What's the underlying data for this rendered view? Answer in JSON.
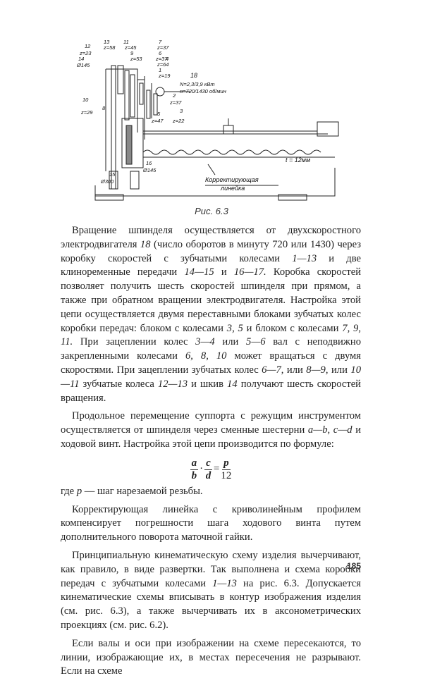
{
  "figure": {
    "labels": {
      "n13": "13",
      "n11": "11",
      "n7": "7",
      "n12": "12",
      "z58": "z=58",
      "z45": "z=45",
      "z37a": "z=37",
      "z23": "z=23",
      "n9": "9",
      "z53": "z=53",
      "n6": "6",
      "z37b": "z=37",
      "n4": "4",
      "n14": "14",
      "d145a": "Ø145",
      "z64": "z=64",
      "n1": "1",
      "z19": "z=19",
      "n18": "18",
      "power": "N=2,3/3,9 кВт",
      "rpm": "n=720/1430 об/мин",
      "n10": "10",
      "n2": "2",
      "z37c": "z=37",
      "z29": "z=29",
      "n8": "8",
      "n5": "5",
      "n3": "3",
      "z47": "z=47",
      "z22": "z=22",
      "n16": "16",
      "d145b": "Ø145",
      "n15": "15",
      "d300": "Ø300",
      "t": "t = 12мм",
      "ruler1": "Корректирующая",
      "ruler2": "линейка"
    }
  },
  "caption": "Рис. 6.3",
  "p1": {
    "s1": "Вращение шпинделя осуществляется от двухскоростного электро­двигателя ",
    "e1": "18",
    "s2": " (число оборотов в минуту 720 или 1430) через коробку скоростей с зубчатыми колесами ",
    "e2": "1—13",
    "s3": " и две клиноременные переда­чи ",
    "e3": "14—15",
    "s4": " и ",
    "e4": "16—17.",
    "s5": " Коробка скоростей позволяет получить шесть скоростей шпинделя при прямом, а также при обратном вращении электродвигателя. Настройка этой цепи осуществляется двумя пере­ставными блоками зубчатых колес коробки передач: блоком с коле­сами ",
    "e5": "3, 5",
    "s6": " и блоком с колесами ",
    "e6": "7, 9, 11.",
    "s7": " При зацеплении колес ",
    "e7": "3—4",
    "s8": " или ",
    "e8": "5—6",
    "s9": " вал с неподвижно закрепленными колесами ",
    "e9": "6, 8, 10",
    "s10": " может вра­щаться с двумя скоростями. При зацеплении зубчатых колес ",
    "e10": "6—7",
    "s11": ", или ",
    "e11": "8—9",
    "s12": ", или ",
    "e12": "10—11",
    "s13": " зубчатые колеса ",
    "e13": "12—13",
    "s14": " и шкив ",
    "e14": "14",
    "s15": " получают шесть скоростей вращения."
  },
  "p2": {
    "s1": "Продольное перемещение суппорта с режущим инструментом осу­ществляется от шпинделя через сменные шестерни ",
    "e1": "a—b",
    "s2": ", ",
    "e2": "c—d",
    "s3": " и ходовой винт. Настройка этой цепи производится по формуле:"
  },
  "formula": {
    "a": "a",
    "b": "b",
    "c": "c",
    "d": "d",
    "dot": "·",
    "eq": "=",
    "p": "p",
    "twelve": "12"
  },
  "p3": {
    "s1": "где ",
    "e1": "p",
    "s2": " — шаг нарезаемой резьбы."
  },
  "p4": "Корректирующая линейка с криволинейным профилем компенси­рует погрешности шага ходового винта путем дополнительного пово­рота маточной гайки.",
  "p5": {
    "s1": "Принципиальную кинематическую схему изделия вычерчивают, как правило, в виде развертки. Так выполнена и схема коробки передач с зубчатыми колесами ",
    "e1": "1—13",
    "s2": " на рис. 6.3. Допускается кинематические схемы вписывать в контур изображения изделия (см. рис. 6.3), а также вычерчивать их в аксонометрических проекциях (см. рис. 6.2)."
  },
  "p6": "Если валы и оси при изображении на схеме пересекаются, то линии, изображающие их, в местах пересечения не разрывают. Если на схеме",
  "page_number": "185"
}
